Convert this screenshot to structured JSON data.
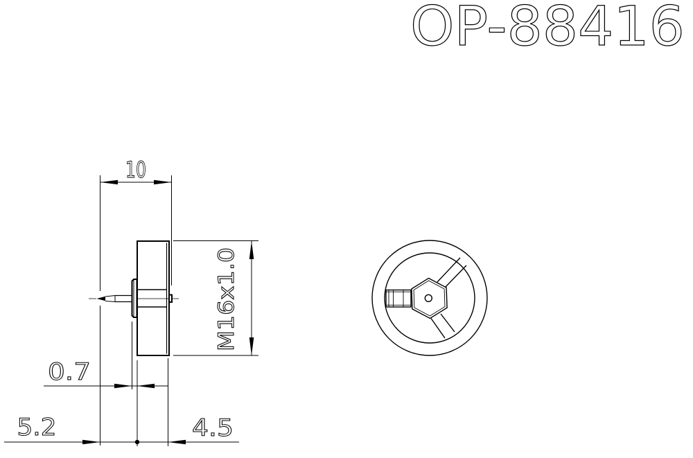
{
  "title": "OP-88416",
  "dimensions": {
    "overall_length": "10",
    "thread_spec": "M16x1.0",
    "flange_thickness": "0.7",
    "needle_length": "5.2",
    "body_length": "4.5"
  }
}
